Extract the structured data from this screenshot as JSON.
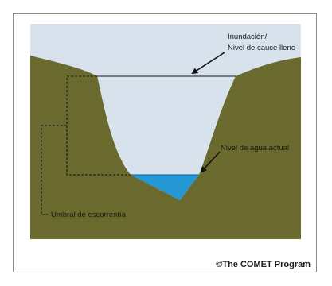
{
  "diagram": {
    "labels": {
      "flood_line1": "Inundación/",
      "flood_line2": "Nivel de cauce lleno",
      "current_water": "Nivel de agua actual",
      "runoff_threshold": "Umbral de escorrentía"
    },
    "credit": "©The COMET Program",
    "colors": {
      "sky": "#d8e2ec",
      "ground": "#6b6a2e",
      "water": "#2597d4",
      "line": "#111111"
    }
  }
}
